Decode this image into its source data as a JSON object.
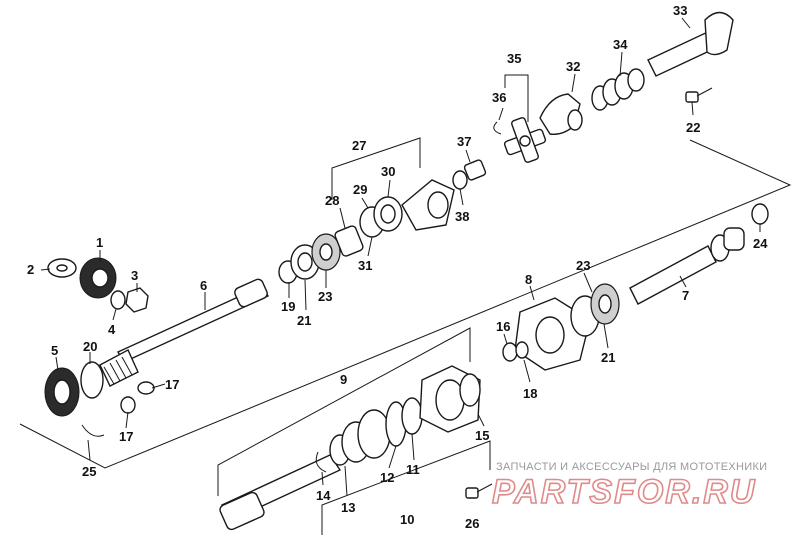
{
  "callouts": {
    "c1": "1",
    "c2": "2",
    "c3": "3",
    "c4": "4",
    "c5": "5",
    "c6": "6",
    "c7": "7",
    "c8": "8",
    "c9": "9",
    "c10": "10",
    "c11": "11",
    "c12": "12",
    "c13": "13",
    "c14": "14",
    "c15": "15",
    "c16": "16",
    "c17a": "17",
    "c17b": "17",
    "c18": "18",
    "c19": "19",
    "c20": "20",
    "c21a": "21",
    "c21b": "21",
    "c22": "22",
    "c23a": "23",
    "c23b": "23",
    "c24": "24",
    "c25": "25",
    "c26": "26",
    "c27": "27",
    "c28": "28",
    "c29": "29",
    "c30": "30",
    "c31": "31",
    "c32": "32",
    "c33": "33",
    "c34": "34",
    "c35": "35",
    "c36": "36",
    "c37": "37",
    "c38": "38"
  },
  "watermark": {
    "caption": "ЗАПЧАСТИ И АКСЕССУАРЫ ДЛЯ МОТОТЕХНИКИ",
    "logo": "PARTSFOR.RU"
  },
  "colors": {
    "ink": "#1a1a1a",
    "watermark_text": "#9a9a9a",
    "logo_outline": "#e08a8a"
  }
}
